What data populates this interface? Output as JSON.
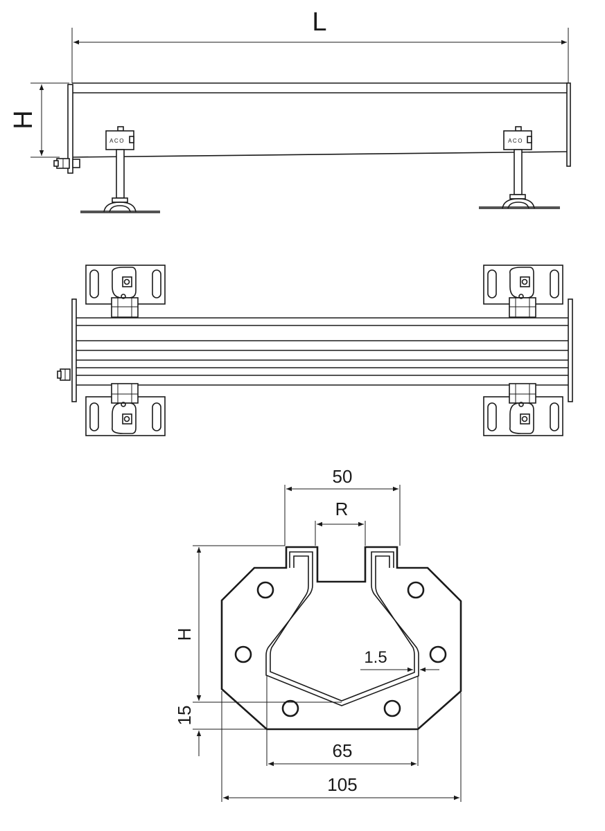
{
  "side_view": {
    "length_label": "L",
    "height_label": "H",
    "brand_left": "ACO",
    "brand_right": "ACO"
  },
  "section_view": {
    "width_top": "50",
    "slot_label": "R",
    "height_label": "H",
    "wall_thickness": "1.5",
    "bottom_offset": "15",
    "inner_width": "65",
    "base_width": "105"
  }
}
